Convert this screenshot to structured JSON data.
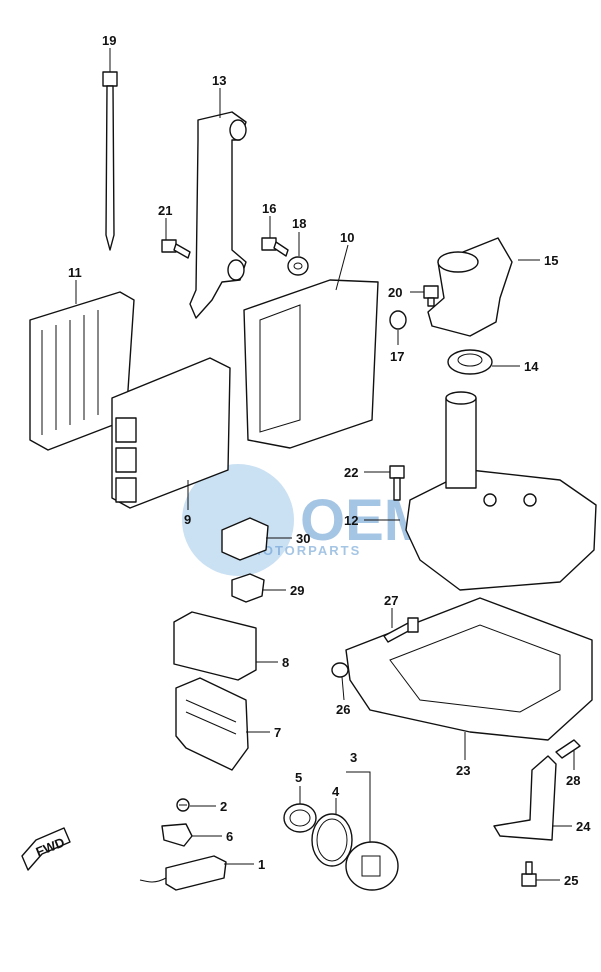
{
  "watermark": {
    "brand": "OEM",
    "tagline": "MOTORPARTS",
    "color": "#5d97cf"
  },
  "direction_badge": "FWD",
  "callouts": [
    {
      "id": "1",
      "label": "1"
    },
    {
      "id": "2",
      "label": "2"
    },
    {
      "id": "3",
      "label": "3"
    },
    {
      "id": "4",
      "label": "4"
    },
    {
      "id": "5",
      "label": "5"
    },
    {
      "id": "6",
      "label": "6"
    },
    {
      "id": "7",
      "label": "7"
    },
    {
      "id": "8",
      "label": "8"
    },
    {
      "id": "9",
      "label": "9"
    },
    {
      "id": "10",
      "label": "10"
    },
    {
      "id": "11",
      "label": "11"
    },
    {
      "id": "12",
      "label": "12"
    },
    {
      "id": "13",
      "label": "13"
    },
    {
      "id": "14",
      "label": "14"
    },
    {
      "id": "15",
      "label": "15"
    },
    {
      "id": "16",
      "label": "16"
    },
    {
      "id": "17",
      "label": "17"
    },
    {
      "id": "18",
      "label": "18"
    },
    {
      "id": "19",
      "label": "19"
    },
    {
      "id": "20",
      "label": "20"
    },
    {
      "id": "21",
      "label": "21"
    },
    {
      "id": "22",
      "label": "22"
    },
    {
      "id": "23",
      "label": "23"
    },
    {
      "id": "24",
      "label": "24"
    },
    {
      "id": "25",
      "label": "25"
    },
    {
      "id": "26",
      "label": "26"
    },
    {
      "id": "27",
      "label": "27"
    },
    {
      "id": "28",
      "label": "28"
    },
    {
      "id": "29",
      "label": "29"
    },
    {
      "id": "30",
      "label": "30"
    }
  ]
}
